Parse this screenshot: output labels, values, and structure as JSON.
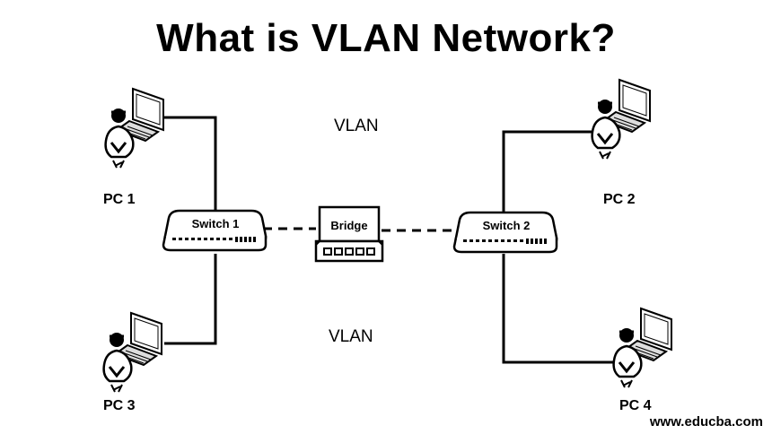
{
  "title": "What is VLAN Network?",
  "vlan_top": "VLAN",
  "vlan_bottom": "VLAN",
  "devices": {
    "switch1": "Switch 1",
    "switch2": "Switch 2",
    "bridge": "Bridge"
  },
  "pcs": {
    "pc1": "PC 1",
    "pc2": "PC 2",
    "pc3": "PC 3",
    "pc4": "PC 4"
  },
  "watermark": "www.educba.com"
}
